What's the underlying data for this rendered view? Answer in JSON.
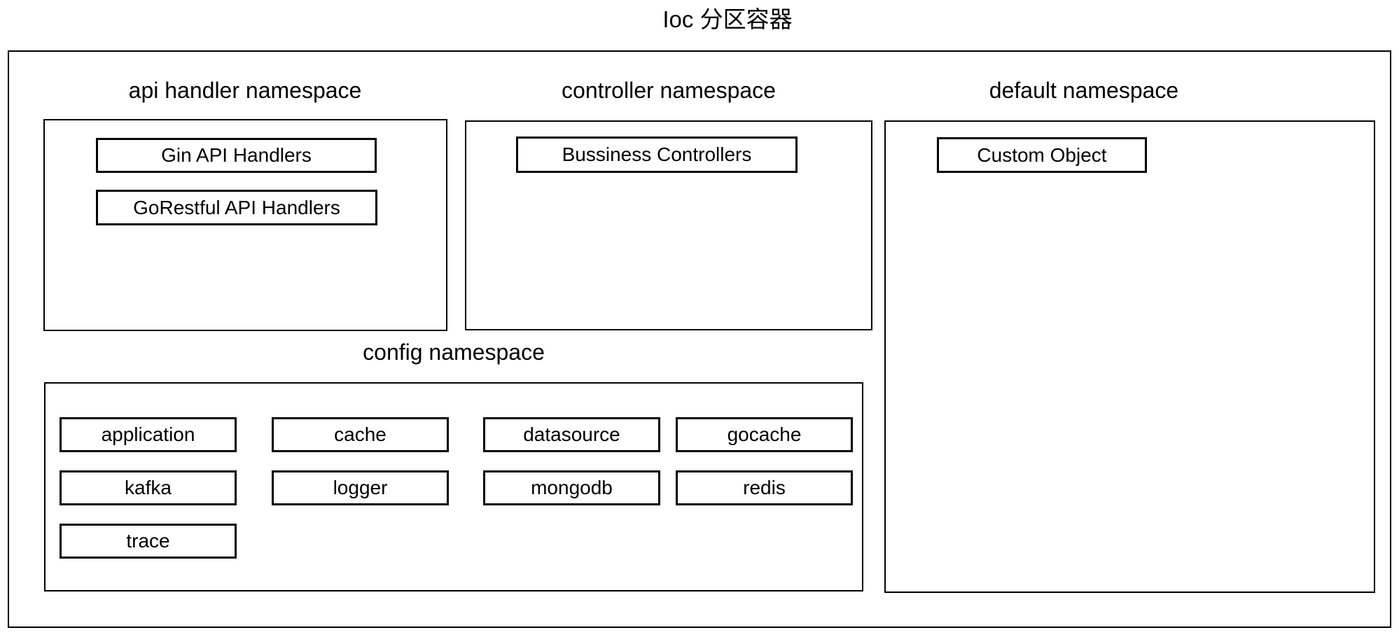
{
  "title": "Ioc 分区容器",
  "colors": {
    "line": "#000000",
    "background": "#ffffff",
    "text": "#000000"
  },
  "sections": {
    "api_handler": {
      "label": "api handler namespace",
      "items": [
        "Gin API Handlers",
        "GoRestful API Handlers"
      ]
    },
    "controller": {
      "label": "controller namespace",
      "items": [
        "Bussiness Controllers"
      ]
    },
    "default": {
      "label": "default namespace",
      "items": [
        "Custom Object"
      ]
    },
    "config": {
      "label": "config namespace",
      "items": [
        "application",
        "cache",
        "datasource",
        "gocache",
        "kafka",
        "logger",
        "mongodb",
        "redis",
        "trace"
      ]
    }
  }
}
